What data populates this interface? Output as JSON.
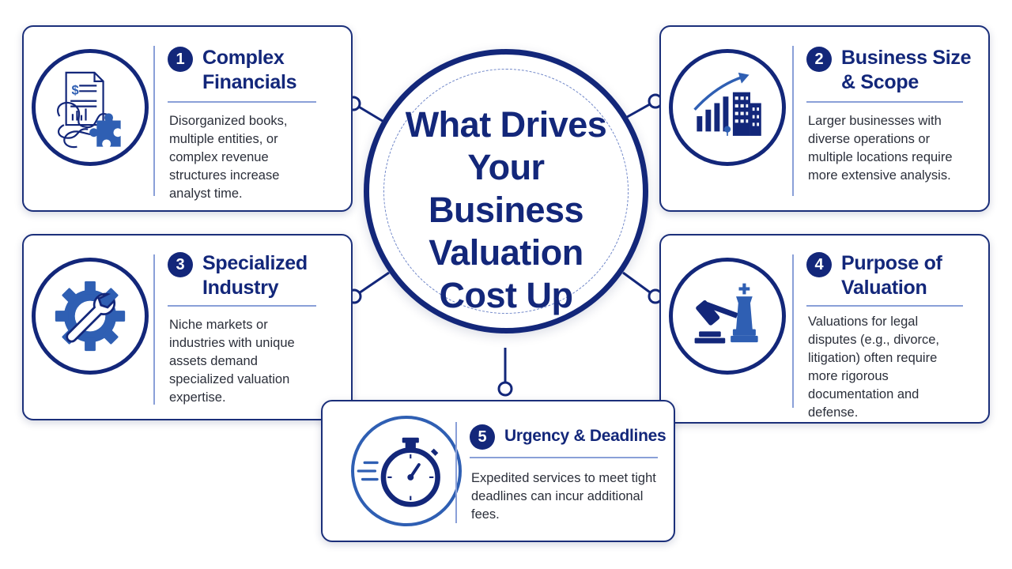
{
  "center": {
    "title": "What Drives Your Business Valuation Cost Up"
  },
  "cards": [
    {
      "number": "1",
      "title": "Complex Financials",
      "description": "Disorganized books, multiple entities, or complex revenue structures increase analyst time.",
      "icon": "financial-documents-puzzle-icon"
    },
    {
      "number": "2",
      "title": "Business Size & Scope",
      "description": "Larger businesses with diverse operations or multiple locations require more extensive analysis.",
      "icon": "growth-chart-buildings-icon"
    },
    {
      "number": "3",
      "title": "Specialized Industry",
      "description": "Niche markets or industries with unique assets demand specialized valuation expertise.",
      "icon": "gear-wrench-icon"
    },
    {
      "number": "4",
      "title": "Purpose of Valuation",
      "description": "Valuations for legal disputes (e.g., divorce, litigation) often require more rigorous documentation and defense.",
      "icon": "gavel-chess-king-icon"
    },
    {
      "number": "5",
      "title": "Urgency & Deadlines",
      "description": "Expedited services to meet tight deadlines can incur additional fees.",
      "icon": "stopwatch-icon"
    }
  ],
  "colors": {
    "navy": "#13277a",
    "blue": "#2f5fb3",
    "light_blue": "#8aa0d8",
    "text": "#2b2f3a"
  }
}
